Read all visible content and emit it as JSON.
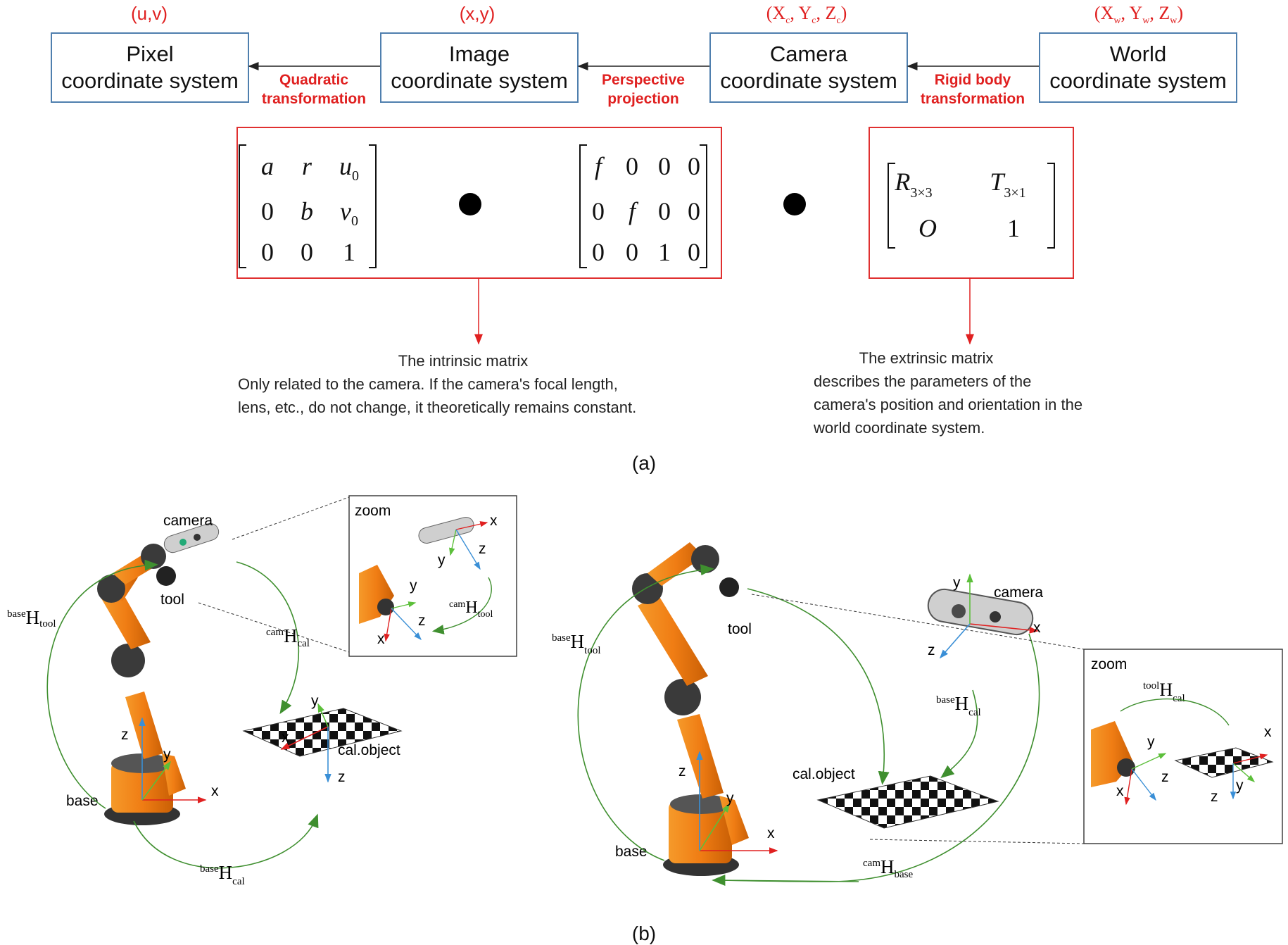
{
  "part_a": {
    "coords": {
      "pixel": "(u,v)",
      "image": "(x,y)",
      "camera": "(X",
      "camera_sub": [
        "c",
        "c",
        "c"
      ],
      "world": "(X",
      "world_sub": [
        "w",
        "w",
        "w"
      ]
    },
    "coord_camera_parts": [
      "(X",
      "c",
      ", Y",
      "c",
      ", Z",
      "c",
      ")"
    ],
    "coord_world_parts": [
      "(X",
      "w",
      ", Y",
      "w",
      ", Z",
      "w",
      ")"
    ],
    "boxes": {
      "pixel": [
        "Pixel",
        "coordinate system"
      ],
      "image": [
        "Image",
        "coordinate system"
      ],
      "camera": [
        "Camera",
        "coordinate system"
      ],
      "world": [
        "World",
        "coordinate system"
      ]
    },
    "arrows": {
      "quadratic": [
        "Quadratic",
        "transformation"
      ],
      "perspective": [
        "Perspective",
        "projection"
      ],
      "rigid": [
        "Rigid body",
        "transformation"
      ]
    },
    "intrinsic_matrix": [
      [
        "a",
        "r",
        "u0"
      ],
      [
        "0",
        "b",
        "v0"
      ],
      [
        "0",
        "0",
        "1"
      ]
    ],
    "projection_matrix": [
      [
        "f",
        "0",
        "0",
        "0"
      ],
      [
        "0",
        "f",
        "0",
        "0"
      ],
      [
        "0",
        "0",
        "1",
        "0"
      ]
    ],
    "extrinsic_matrix": {
      "r": "R",
      "r_sub": "3×3",
      "t": "T",
      "t_sub": "3×1",
      "o": "O",
      "one": "1"
    },
    "intrinsic_desc": {
      "title": "The intrinsic matrix",
      "lines": [
        "Only related to the camera. If the camera's focal length,",
        "lens, etc., do not change, it theoretically remains constant."
      ]
    },
    "extrinsic_desc": {
      "title": "The extrinsic matrix",
      "lines": [
        "describes the parameters of the",
        "camera's position and orientation in the",
        "world coordinate system."
      ]
    },
    "caption": "(a)"
  },
  "part_b": {
    "left": {
      "camera": "camera",
      "tool": "tool",
      "base": "base",
      "cal_object": "cal.object",
      "zoom": "zoom",
      "axes": {
        "x": "x",
        "y": "y",
        "z": "z"
      },
      "h_base_tool": {
        "sup": "base",
        "main": "H",
        "sub": "tool"
      },
      "h_cam_cal": {
        "sup": "cam",
        "main": "H",
        "sub": "cal"
      },
      "h_base_cal": {
        "sup": "base",
        "main": "H",
        "sub": "cal"
      },
      "h_cam_tool": {
        "sup": "cam",
        "main": "H",
        "sub": "tool"
      }
    },
    "right": {
      "camera": "camera",
      "tool": "tool",
      "base": "base",
      "cal_object": "cal.object",
      "zoom": "zoom",
      "axes": {
        "x": "x",
        "y": "y",
        "z": "z"
      },
      "h_base_tool": {
        "sup": "base",
        "main": "H",
        "sub": "tool"
      },
      "h_base_cal": {
        "sup": "base",
        "main": "H",
        "sub": "cal"
      },
      "h_cam_base": {
        "sup": "cam",
        "main": "H",
        "sub": "base"
      },
      "h_tool_cal": {
        "sup": "tool",
        "main": "H",
        "sub": "cal"
      }
    },
    "caption": "(b)"
  },
  "colors": {
    "red": "#e02020",
    "box_border": "#4f7fae",
    "green": "#3f8f2f",
    "orange": "#f07d14",
    "blue_axis": "#3a8fd6",
    "green_axis": "#5cbf3a"
  }
}
